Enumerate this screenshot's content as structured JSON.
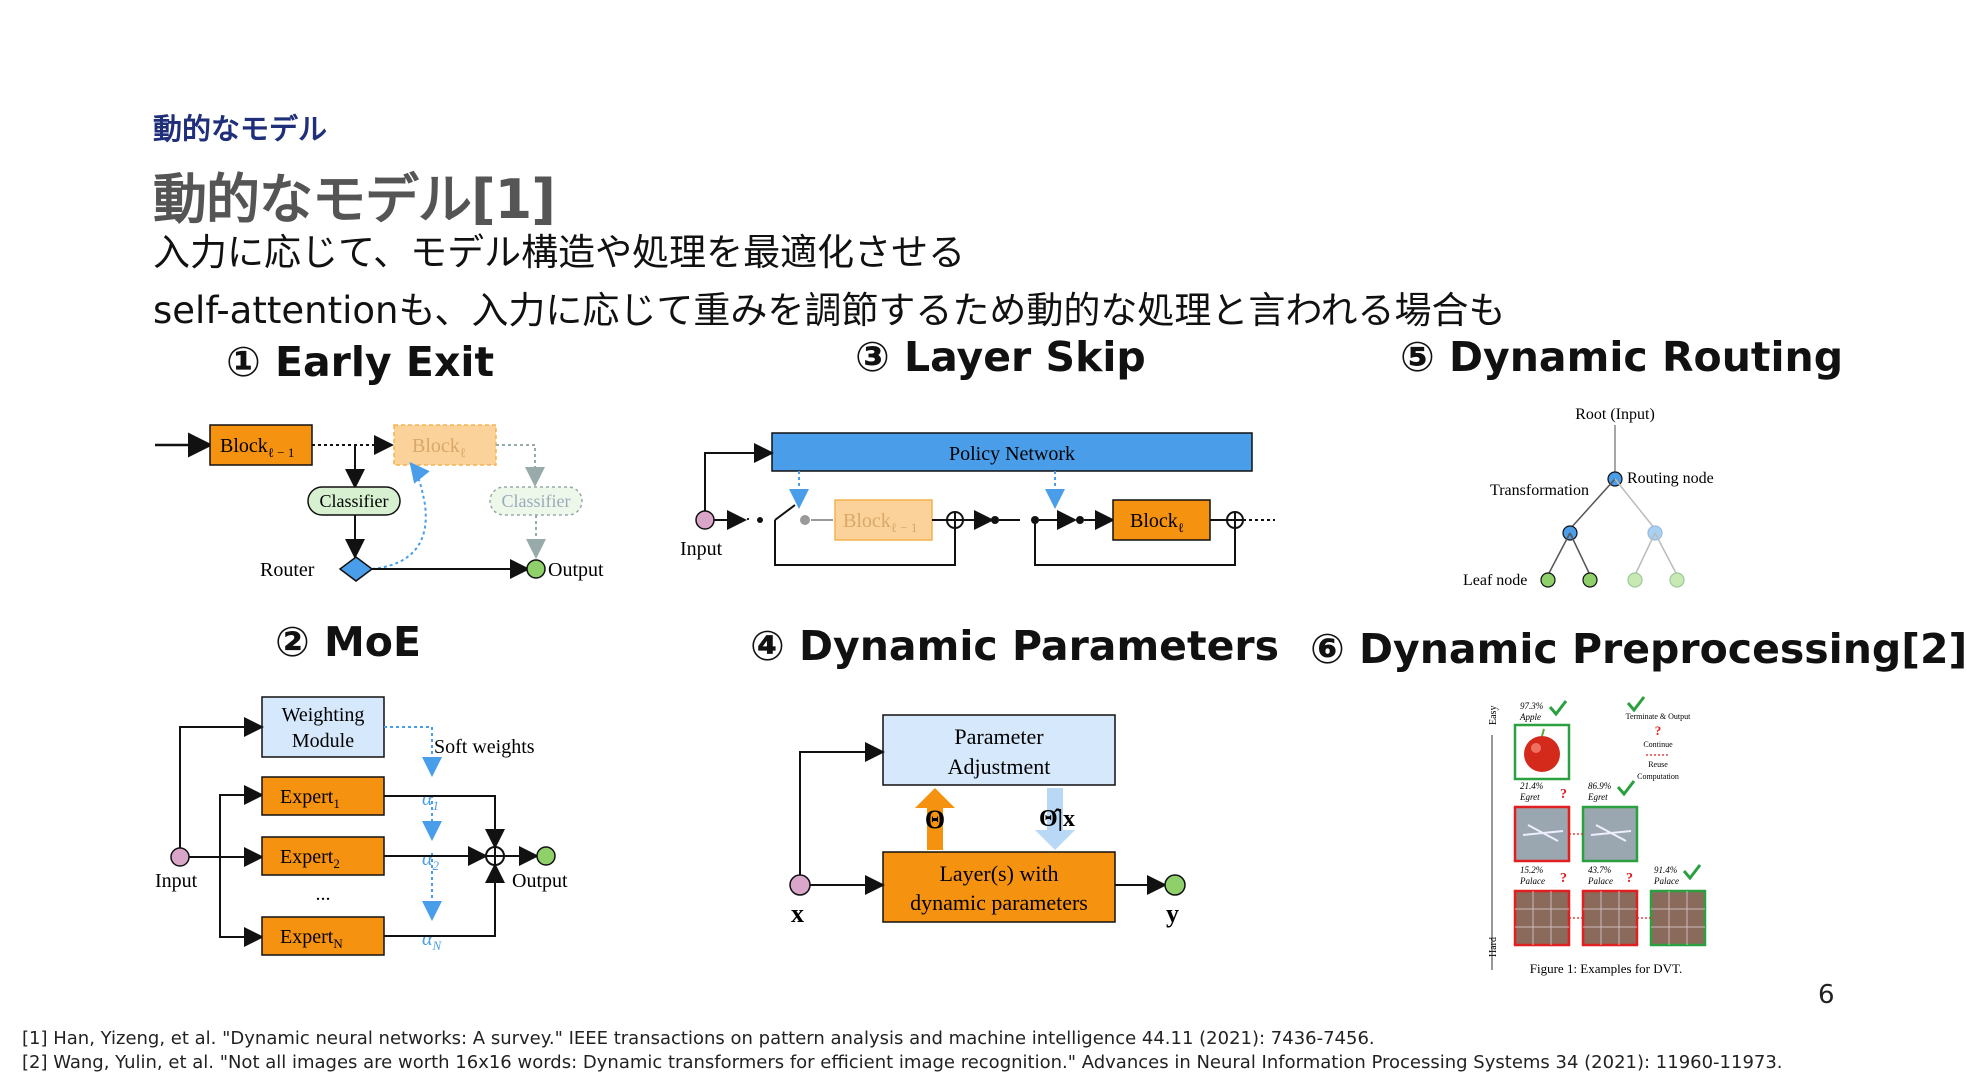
{
  "slide": {
    "section": "動的なモデル",
    "title": "動的なモデル[1]",
    "lines": [
      "入力に応じて、モデル構造や処理を最適化させる",
      "self-attentionも、入力に応じて重みを調節するため動的な処理と言われる場合も"
    ],
    "page_number": "6"
  },
  "panels": {
    "early_exit": {
      "heading": "① Early Exit",
      "block_prev": "Block",
      "block_prev_sub": "ℓ − 1",
      "block": "Block",
      "block_sub": "ℓ",
      "classifier": "Classifier",
      "router": "Router",
      "output": "Output"
    },
    "layer_skip": {
      "heading": "③ Layer Skip",
      "policy": "Policy Network",
      "input": "Input",
      "block_prev": "Block",
      "block_prev_sub": "ℓ − 1",
      "block": "Block",
      "block_sub": "ℓ"
    },
    "dynamic_routing": {
      "heading": "⑤ Dynamic Routing",
      "root": "Root (Input)",
      "routing_node": "Routing node",
      "transformation": "Transformation",
      "leaf": "Leaf node"
    },
    "moe": {
      "heading": "② MoE",
      "weighting": [
        "Weighting",
        "Module"
      ],
      "soft": "Soft weights",
      "input": "Input",
      "output": "Output",
      "ellipsis": "...",
      "experts": [
        {
          "label": "Expert",
          "sub": "1",
          "alpha": "α",
          "asub": "1"
        },
        {
          "label": "Expert",
          "sub": "2",
          "alpha": "α",
          "asub": "2"
        },
        {
          "label": "Expert",
          "sub": "N",
          "alpha": "α",
          "asub": "N"
        }
      ]
    },
    "dynamic_parameters": {
      "heading": "④ Dynamic Parameters",
      "adjust": [
        "Parameter",
        "Adjustment"
      ],
      "layer": [
        "Layer(s) with",
        "dynamic parameters"
      ],
      "theta": "Θ",
      "theta_hat": "Θ̂|x",
      "x": "x",
      "y": "y"
    },
    "dynamic_preprocessing": {
      "heading": "⑥ Dynamic Preprocessing[2]",
      "easy": "Easy",
      "hard": "Hard",
      "legend": [
        "Terminate & Output",
        "Continue",
        "Reuse",
        "Computation"
      ],
      "rows": [
        [
          "97.3%",
          "Apple"
        ],
        [
          "21.4%",
          "Egret",
          "86.9%",
          "Egret"
        ],
        [
          "15.2%",
          "Palace",
          "43.7%",
          "Palace",
          "91.4%",
          "Palace"
        ]
      ],
      "caption": "Figure 1: Examples for DVT."
    }
  },
  "references": [
    "[1] Han, Yizeng, et al. \"Dynamic neural networks: A survey.\" IEEE transactions on pattern analysis and machine intelligence 44.11 (2021): 7436-7456.",
    "[2] Wang, Yulin, et al. \"Not all images are worth 16x16 words: Dynamic transformers for efficient image recognition.\" Advances in Neural Information Processing Systems 34 (2021): 11960-11973."
  ],
  "colors": {
    "orange": "#f5920f",
    "blue": "#4a9de8",
    "lightblue": "#d6e8fb",
    "green": "#8fd06a",
    "pink": "#d9a6c9",
    "navy": "#1f2f7a"
  }
}
